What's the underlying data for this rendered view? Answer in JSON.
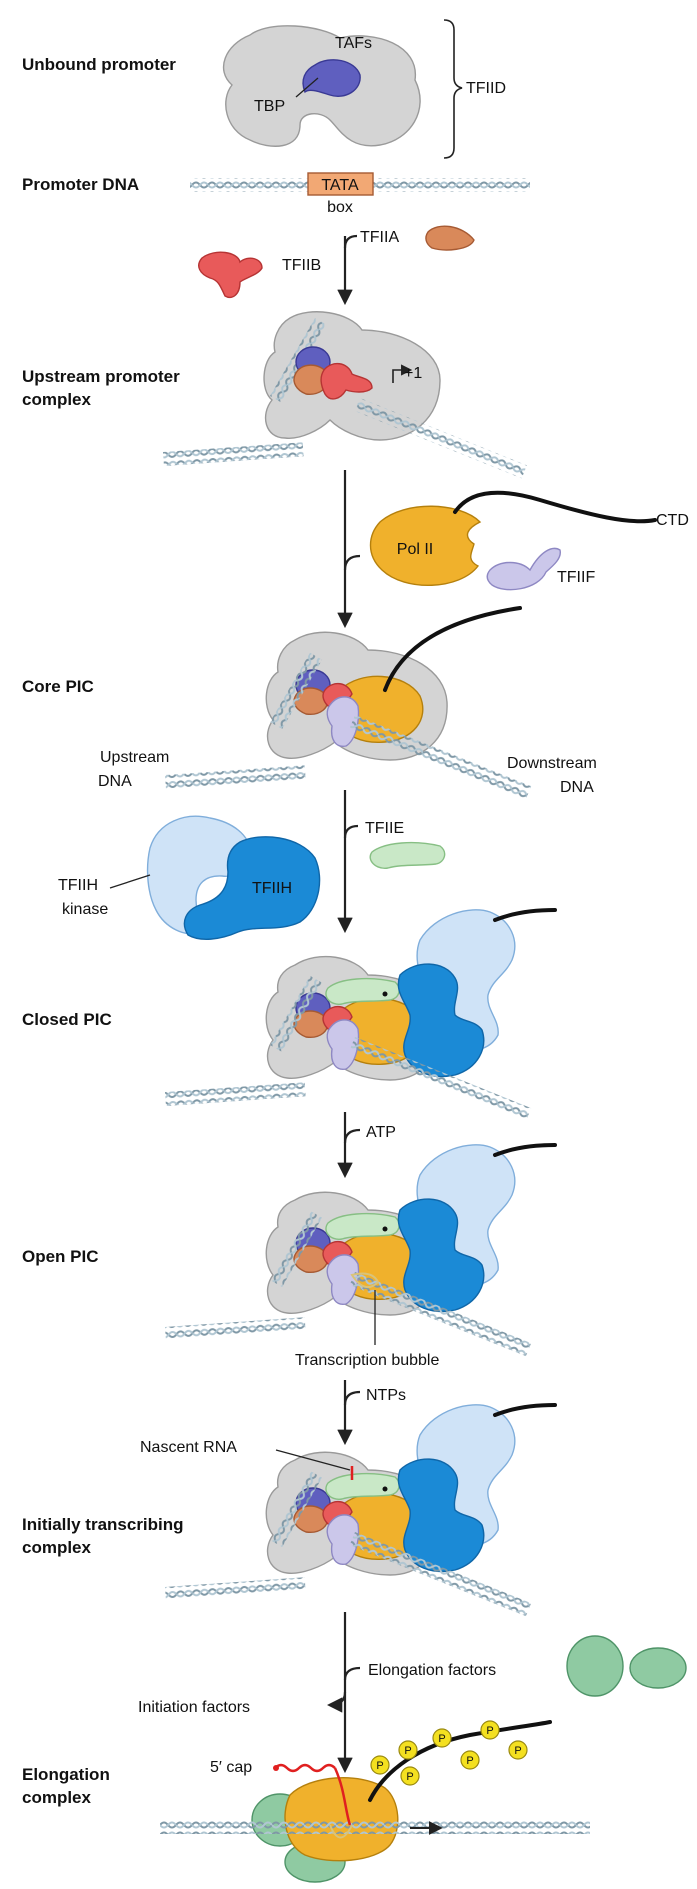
{
  "stages": {
    "unbound_promoter": "Unbound promoter",
    "promoter_dna": "Promoter DNA",
    "upstream_promoter_complex_1": "Upstream promoter",
    "upstream_promoter_complex_2": "complex",
    "core_pic": "Core PIC",
    "closed_pic": "Closed PIC",
    "open_pic": "Open PIC",
    "initially_transcribing_1": "Initially transcribing",
    "initially_transcribing_2": "complex",
    "elongation_complex_1": "Elongation",
    "elongation_complex_2": "complex"
  },
  "labels": {
    "tafs": "TAFs",
    "tbp": "TBP",
    "tfiid": "TFIID",
    "tata": "TATA",
    "box": "box",
    "tfiia": "TFIIA",
    "tfiib": "TFIIB",
    "plus_one": "+1",
    "pol_ii": "Pol II",
    "ctd": "CTD",
    "tfiif": "TFIIF",
    "upstream_dna_1": "Upstream",
    "upstream_dna_2": "DNA",
    "downstream_dna_1": "Downstream",
    "downstream_dna_2": "DNA",
    "tfiie": "TFIIE",
    "tfiih_kinase_1": "TFIIH",
    "tfiih_kinase_2": "kinase",
    "tfiih": "TFIIH",
    "atp": "ATP",
    "transcription_bubble": "Transcription bubble",
    "ntps": "NTPs",
    "nascent_rna": "Nascent RNA",
    "elongation_factors": "Elongation factors",
    "initiation_factors": "Initiation factors",
    "five_prime_cap": "5′ cap",
    "phosphate": "P"
  },
  "colors": {
    "grey_tfiid": "#d4d4d4",
    "tbp": "#5f5fbf",
    "tfiia": "#d9895a",
    "tfiib": "#e85a5a",
    "pol_ii": "#f0b12c",
    "tfiif": "#cbc7ea",
    "tfiie": "#c9e8c7",
    "tfiih": "#1b8ad6",
    "tfiih_kinase": "#cfe3f7",
    "elongation_factors": "#8fcaa2",
    "phosphate": "#f4e020",
    "rna": "#e02020",
    "tata_box": "#f2a874"
  }
}
